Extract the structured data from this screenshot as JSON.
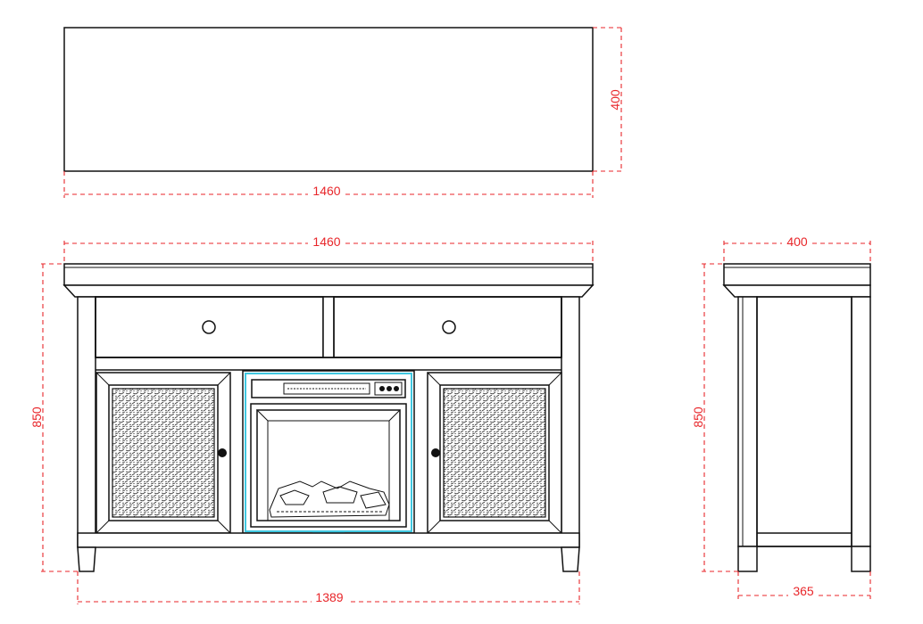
{
  "dimensions": {
    "top_view_depth": "400",
    "top_view_width": "1460",
    "front_top_width": "1460",
    "front_height": "850",
    "front_base_width": "1389",
    "side_top_depth": "400",
    "side_height": "850",
    "side_base_depth": "365"
  },
  "colors": {
    "outline": "#111111",
    "dimension": "#e8262a",
    "fireplace_glow": "#3fc7e0"
  }
}
